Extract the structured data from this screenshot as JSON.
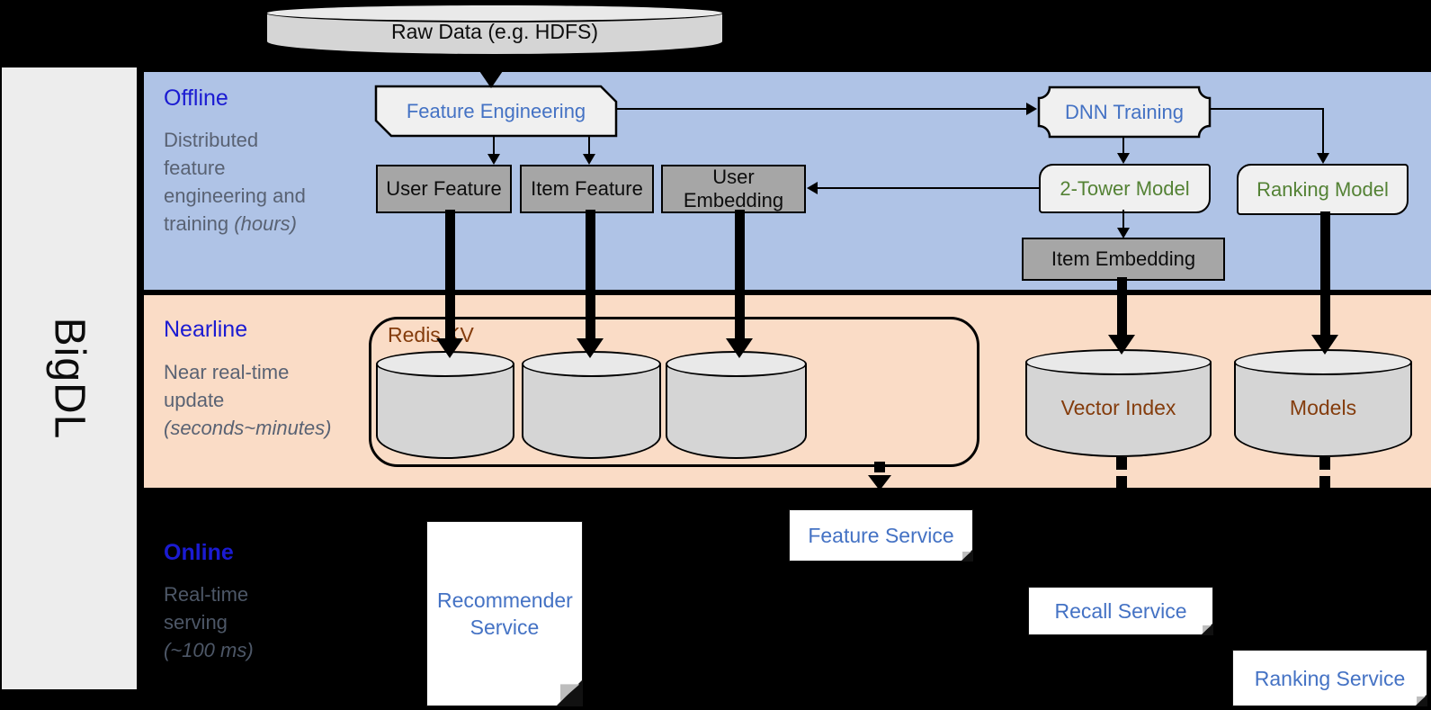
{
  "brand": "BigDL",
  "raw_data_label": "Raw Data (e.g. HDFS)",
  "offline": {
    "title": "Offline",
    "desc": [
      "Distributed",
      "feature",
      "engineering and"
    ],
    "desc_tail": "training",
    "desc_italic": "(hours)",
    "nodes": {
      "feature_engineering": "Feature Engineering",
      "user_feature": "User Feature",
      "item_feature": "Item Feature",
      "user_embedding": "User Embedding",
      "dnn_training": "DNN Training",
      "two_tower_model": "2-Tower Model",
      "ranking_model": "Ranking Model",
      "item_embedding": "Item Embedding"
    }
  },
  "nearline": {
    "title": "Nearline",
    "desc": [
      "Near real-time",
      "update"
    ],
    "desc_italic": "(seconds~minutes)",
    "redis_label": "Redis KV",
    "vector_index_label": "Vector Index",
    "models_label": "Models"
  },
  "online": {
    "title": "Online",
    "desc": [
      "Real-time",
      "serving"
    ],
    "desc_italic": "(~100 ms)",
    "services": {
      "recommender": "Recommender Service",
      "feature": "Feature Service",
      "recall": "Recall Service",
      "ranking": "Ranking Service"
    }
  },
  "colors": {
    "offline_band": "#afc3e6",
    "nearline_band": "#fadcc6",
    "online_band": "#000000",
    "band_title_blue": "#1b1bd2",
    "description_gray": "#596273",
    "node_label_blue": "#4472c4",
    "node_label_green": "#548235",
    "storage_label_brown": "#843c0c",
    "gray_box_fill": "#a6a6a6",
    "light_box_fill": "#f0f0f0",
    "cylinder_fill": "#d5d5d5",
    "brand_bar_fill": "#ededed"
  }
}
